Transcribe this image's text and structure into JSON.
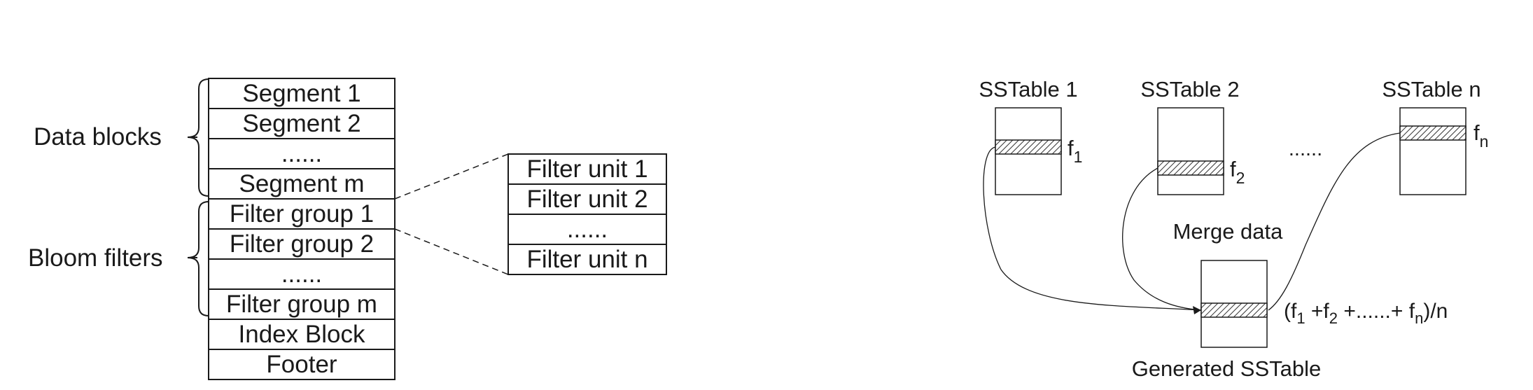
{
  "left": {
    "segment_labels": [
      "Segment 1",
      "Segment 2",
      "......",
      "Segment m"
    ],
    "filter_labels": [
      "Filter group 1",
      "Filter group 2",
      "......",
      "Filter group m"
    ],
    "tail_labels": [
      "Index Block",
      "Footer"
    ],
    "data_blocks_label": "Data blocks",
    "bloom_filters_label": "Bloom filters",
    "unit_labels": [
      "Filter unit 1",
      "Filter unit 2",
      "......",
      "Filter unit n"
    ]
  },
  "right": {
    "sstables": [
      {
        "title": "SSTable 1",
        "f": "f",
        "sub": "1"
      },
      {
        "title": "SSTable 2",
        "f": "f",
        "sub": "2"
      },
      {
        "title": "SSTable n",
        "f": "f",
        "sub": "n"
      }
    ],
    "ellipsis": "......",
    "merge_label": "Merge data",
    "generated_label": "Generated SSTable",
    "formula": {
      "open": "(f",
      "s1": "1",
      "plus1": " +f",
      "s2": "2",
      "middle": " +......+ f",
      "sn": "n",
      "close": ")/n"
    }
  }
}
